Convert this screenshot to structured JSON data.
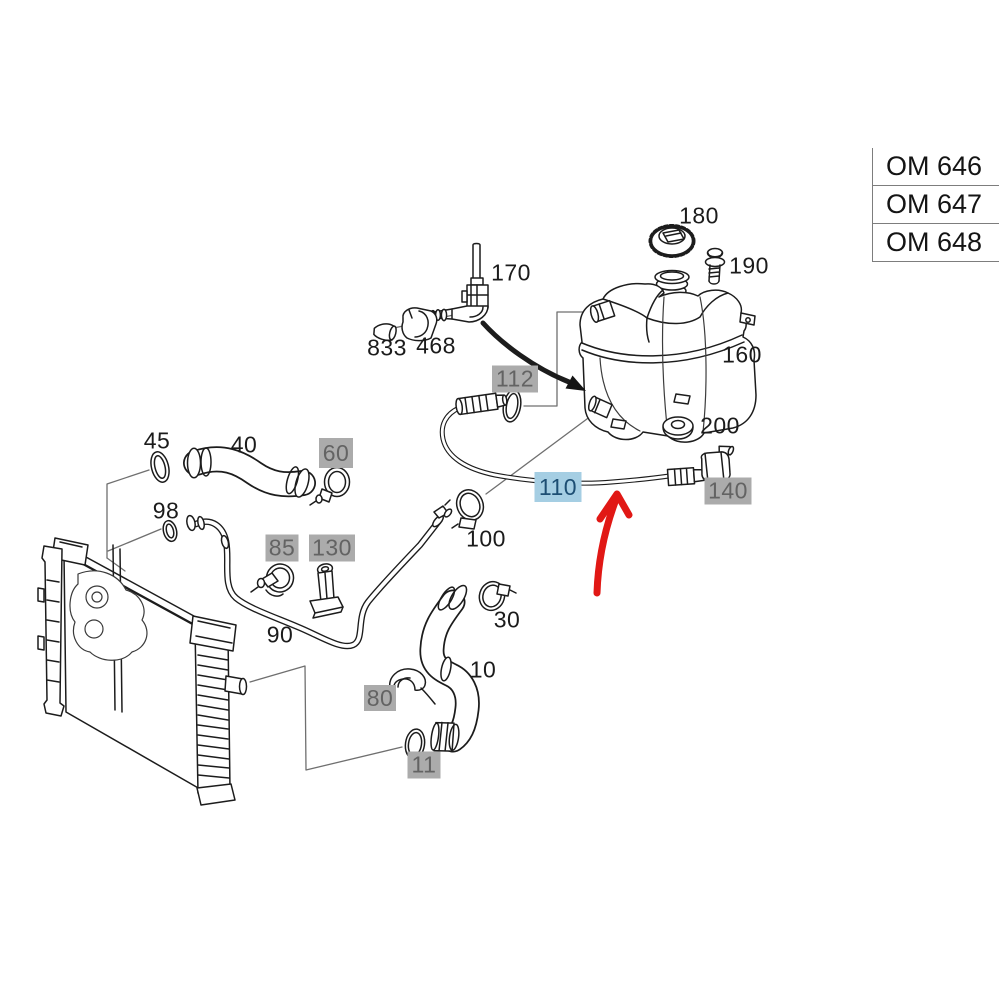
{
  "engine_table": {
    "rows": [
      {
        "label": "OM 646"
      },
      {
        "label": "OM 647"
      },
      {
        "label": "OM 648"
      }
    ]
  },
  "callouts": {
    "plain": [
      {
        "part": "45",
        "text": "45"
      },
      {
        "part": "40",
        "text": "40"
      },
      {
        "part": "98",
        "text": "98"
      },
      {
        "part": "90",
        "text": "90"
      },
      {
        "part": "100",
        "text": "100"
      },
      {
        "part": "30",
        "text": "30"
      },
      {
        "part": "10",
        "text": "10"
      },
      {
        "part": "833",
        "text": "833"
      },
      {
        "part": "468",
        "text": "468"
      },
      {
        "part": "170",
        "text": "170"
      },
      {
        "part": "180",
        "text": "180"
      },
      {
        "part": "190",
        "text": "190"
      },
      {
        "part": "160",
        "text": "160"
      },
      {
        "part": "200",
        "text": "200"
      }
    ],
    "badges": [
      {
        "part": "60",
        "text": "60",
        "style": "gray"
      },
      {
        "part": "85",
        "text": "85",
        "style": "gray"
      },
      {
        "part": "130",
        "text": "130",
        "style": "gray"
      },
      {
        "part": "80",
        "text": "80",
        "style": "gray"
      },
      {
        "part": "11",
        "text": "11",
        "style": "gray"
      },
      {
        "part": "112",
        "text": "112",
        "style": "gray"
      },
      {
        "part": "140",
        "text": "140",
        "style": "gray"
      },
      {
        "part": "110",
        "text": "110",
        "style": "blue",
        "highlighted": true
      }
    ]
  },
  "arrows": {
    "red_arrow": {
      "color": "#e11815",
      "points_to": "110"
    },
    "black_arrow": {
      "color": "#141414"
    }
  },
  "colors": {
    "badge_gray_bg": "#ababab",
    "badge_gray_text": "#636363",
    "badge_blue_bg": "#a5cee3",
    "badge_blue_text": "#1d4e73",
    "line_art": "#1c1c1c",
    "leader_line": "#6f6f6f"
  }
}
